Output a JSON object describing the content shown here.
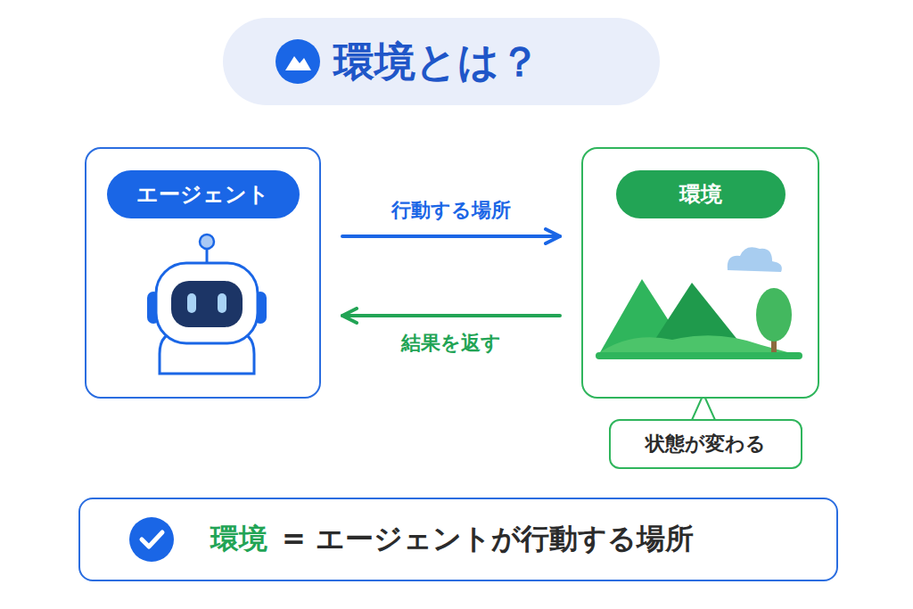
{
  "diagram": {
    "title": "環境とは？",
    "nodes": [
      {
        "text": [
          "エージェント"
        ]
      },
      {
        "text": [
          "環境"
        ]
      },
      {
        "text": [
          "状態が変わる"
        ]
      },
      {
        "text": [
          "環境",
          "= エージェントが行動する場所"
        ]
      }
    ],
    "edges": [
      {
        "from": 0,
        "to": 1,
        "label": "行動する場所",
        "arrow": "to"
      },
      {
        "from": 1,
        "to": 0,
        "label": "結果を返す",
        "arrow": "to"
      }
    ]
  }
}
